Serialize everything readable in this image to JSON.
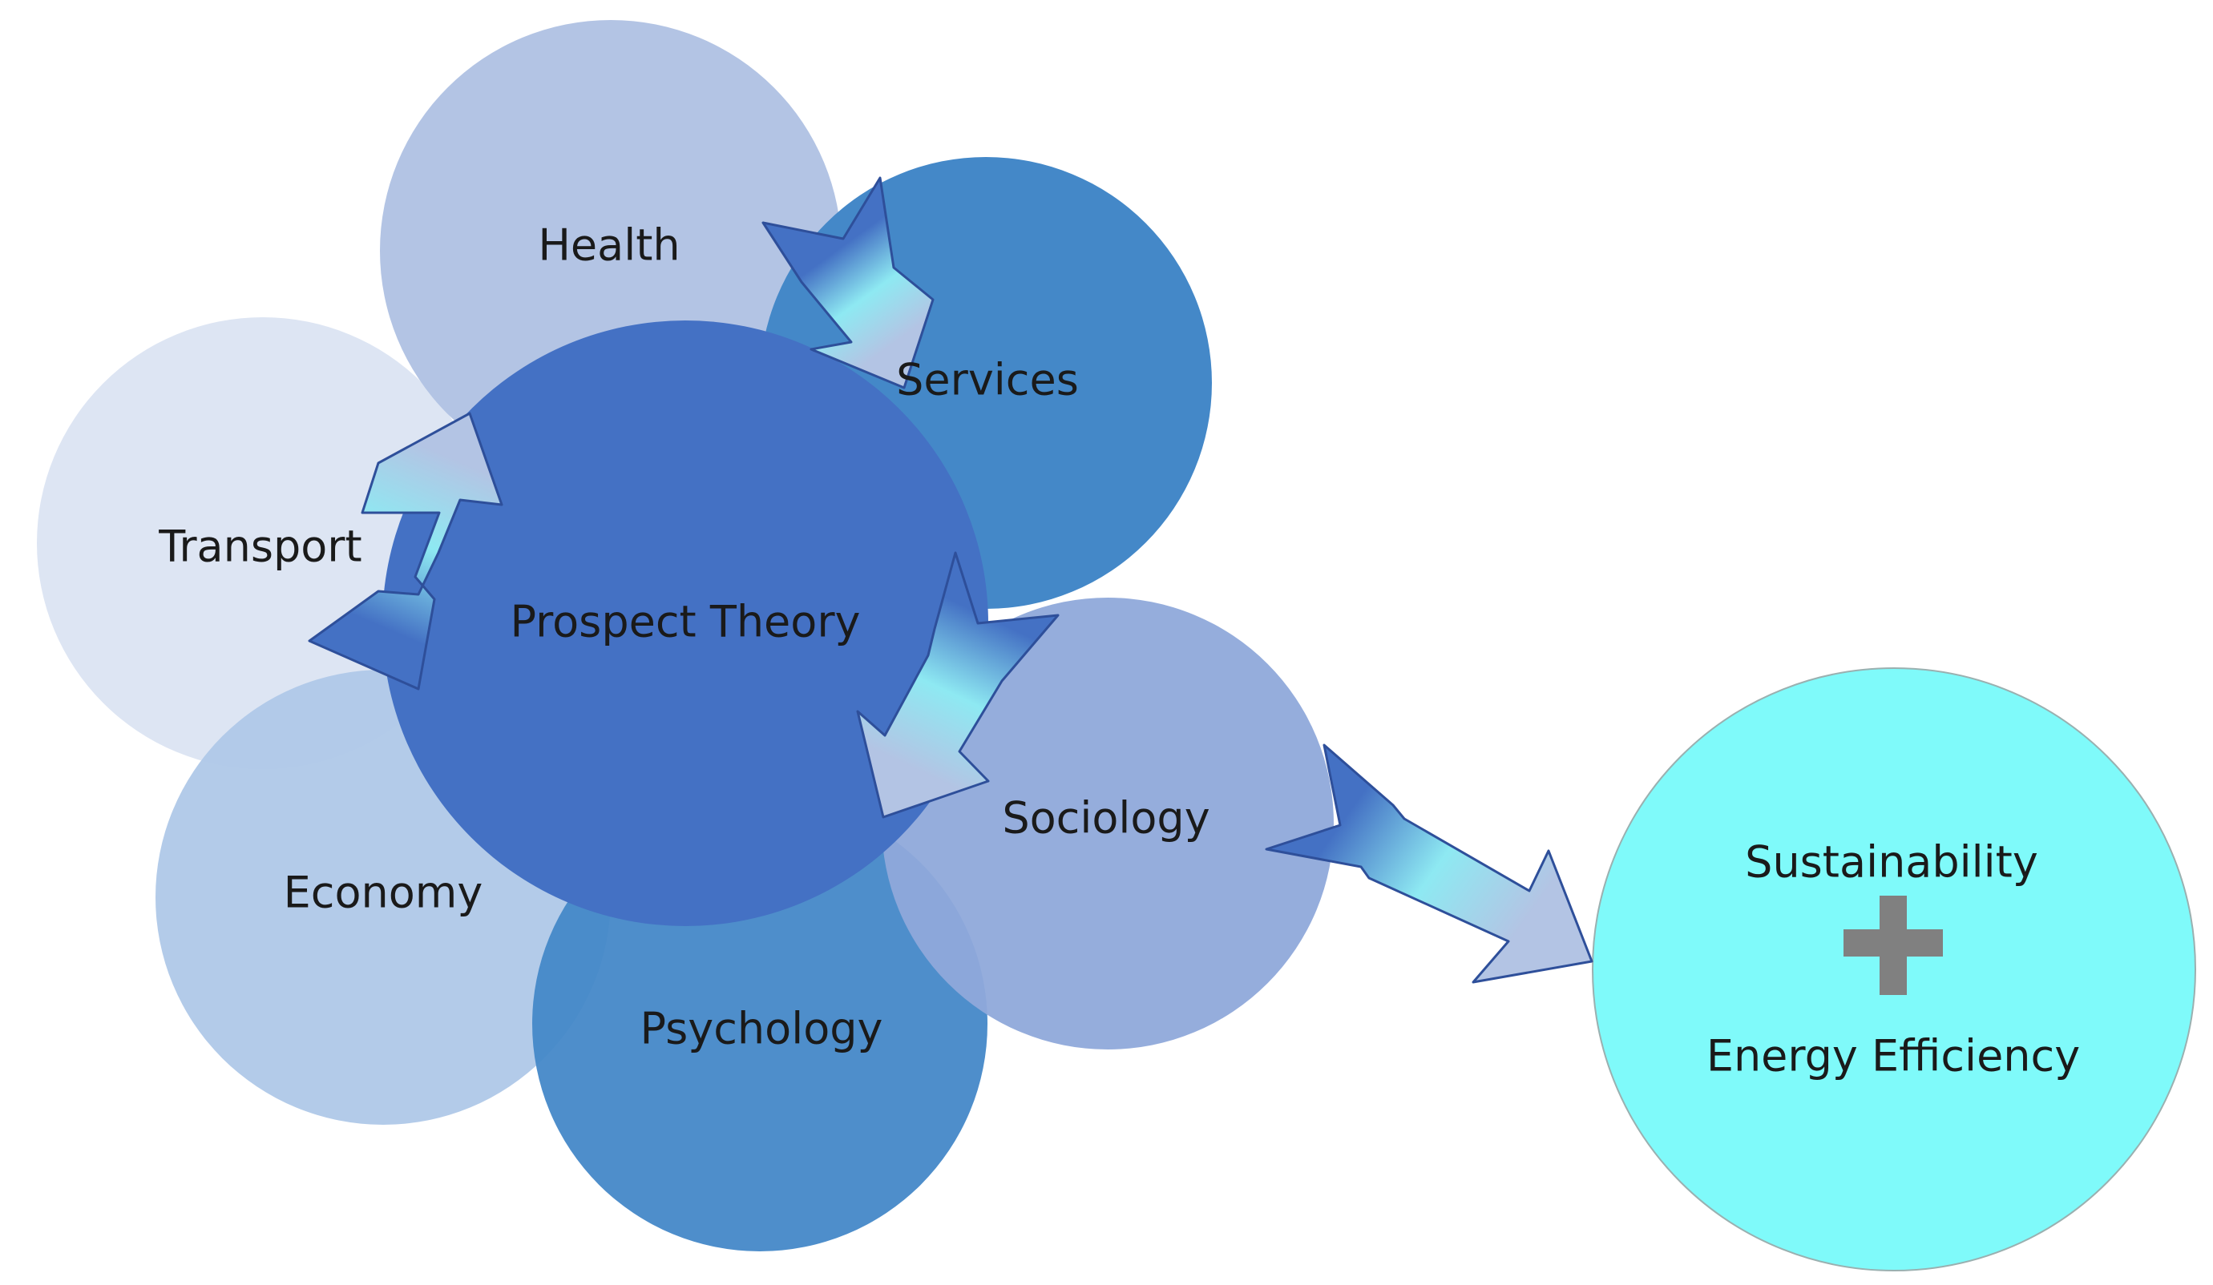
{
  "diagram": {
    "nodes": {
      "health": {
        "label": "Health",
        "color": "#b3c4e4"
      },
      "services": {
        "label": "Services",
        "color": "#4488c8"
      },
      "transport": {
        "label": "Transport",
        "color": "#dde5f3"
      },
      "economy": {
        "label": "Economy",
        "color": "#afc8e8"
      },
      "psychology": {
        "label": "Psychology",
        "color": "#4488c8"
      },
      "sociology": {
        "label": "Sociology",
        "color": "#8fa9da"
      },
      "prospect_theory": {
        "label": "Prospect Theory",
        "color": "#4471c4"
      },
      "target": {
        "label_top": "Sustainability",
        "label_bottom": "Energy Efficiency",
        "connector": "plus",
        "color": "#7ffafa",
        "connector_color": "#808080"
      }
    },
    "arrows": [
      {
        "from": "health",
        "to": "services",
        "start_color": "#4471c4",
        "end_color": "#b3c4e4"
      },
      {
        "from": "prospect_theory",
        "to": "sociology",
        "start_color": "#4471c4",
        "end_color": "#b3c4e4"
      },
      {
        "from": "transport",
        "to": "prospect_theory",
        "start_color": "#4471c4",
        "end_color": "#b3c4e4"
      },
      {
        "from": "sociology",
        "to": "target",
        "start_color": "#4471c4",
        "end_color": "#b3c4e4"
      }
    ]
  }
}
